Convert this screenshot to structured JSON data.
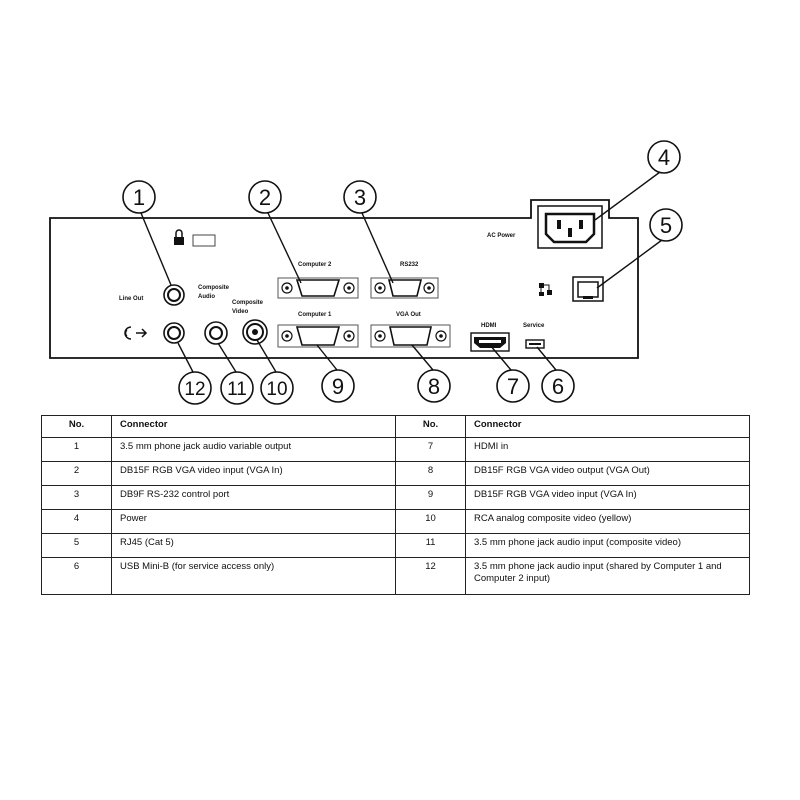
{
  "panel": {
    "labels": {
      "ac_power": "AC Power",
      "computer2": "Computer 2",
      "rs232": "RS232",
      "computer1": "Computer 1",
      "vga_out": "VGA Out",
      "hdmi": "HDMI",
      "service": "Service",
      "line_out": "Line Out",
      "composite_audio_1": "Composite",
      "composite_audio_2": "Audio",
      "composite_video_1": "Composite",
      "composite_video_2": "Video"
    },
    "callouts": [
      "1",
      "2",
      "3",
      "4",
      "5",
      "6",
      "7",
      "8",
      "9",
      "10",
      "11",
      "12"
    ],
    "icons": [
      "lock-icon",
      "network-icon",
      "audio-in-icon"
    ]
  },
  "table": {
    "header_no": "No.",
    "header_connector": "Connector",
    "rows": [
      {
        "no_left": "1",
        "conn_left": "3.5 mm phone jack audio variable output",
        "no_right": "7",
        "conn_right": "HDMI in"
      },
      {
        "no_left": "2",
        "conn_left": "DB15F RGB VGA video input (VGA In)",
        "no_right": "8",
        "conn_right": "DB15F RGB VGA video output (VGA Out)"
      },
      {
        "no_left": "3",
        "conn_left": "DB9F RS-232 control port",
        "no_right": "9",
        "conn_right": "DB15F RGB VGA video input (VGA In)"
      },
      {
        "no_left": "4",
        "conn_left": "Power",
        "no_right": "10",
        "conn_right": "RCA analog composite video (yellow)"
      },
      {
        "no_left": "5",
        "conn_left": "RJ45 (Cat 5)",
        "no_right": "11",
        "conn_right": "3.5 mm phone jack audio input (composite video)"
      },
      {
        "no_left": "6",
        "conn_left": "USB Mini-B (for service access only)",
        "no_right": "12",
        "conn_right": "3.5 mm phone jack audio input (shared by Computer 1 and Computer 2 input)"
      }
    ]
  }
}
